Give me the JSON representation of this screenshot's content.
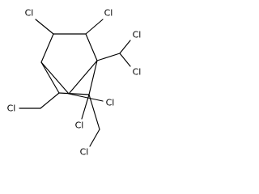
{
  "structure": {
    "atoms": [
      {
        "id": "cl_top_left",
        "label": "Cl"
      },
      {
        "id": "cl_top_right",
        "label": "Cl"
      },
      {
        "id": "cl_dichloromethyl_upper",
        "label": "Cl"
      },
      {
        "id": "cl_dichloromethyl_lower",
        "label": "Cl"
      },
      {
        "id": "cl_bridge",
        "label": "Cl"
      },
      {
        "id": "cl_chloromethyl_left",
        "label": "Cl"
      },
      {
        "id": "cl_lower_center",
        "label": "Cl"
      },
      {
        "id": "cl_chloromethyl_bottom",
        "label": "Cl"
      }
    ]
  }
}
